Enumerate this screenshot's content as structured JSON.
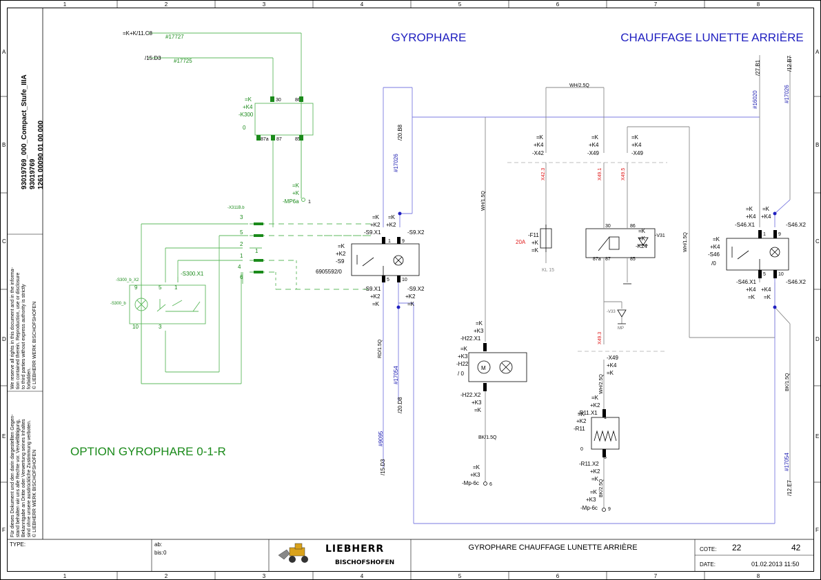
{
  "frame": {
    "columns": [
      "1",
      "2",
      "3",
      "4",
      "5",
      "6",
      "7",
      "8"
    ],
    "rows": [
      "A",
      "B",
      "C",
      "D",
      "E",
      "F"
    ]
  },
  "sidebar": {
    "doc_line1": "93019769_000_Compact_Stufe_IIIA",
    "doc_line2": "93019769",
    "doc_line3": "1261 00090 01 00 000",
    "copyright_en": [
      "We reserve all rights in this document and in the informa-",
      "tion contained therein. Reproduction, use or disclosure",
      "to third parties without express authority is strictly",
      "forbidden.",
      "© LIEBHERR   WERK BISCHOFSHOFEN"
    ],
    "copyright_de": [
      "Für dieses Dokument und den darin dargestellten Gegen-",
      "stand behalten wir uns alle Rechte vor. Vervielfältigung,",
      "Bekanntgabe an Dritte oder Verwertung seines Inhaltes",
      "sind ohne unsere ausdrückliche Zustimmung verboten.",
      "© LIEBHERR   WERK BISCHOFSHOFEN"
    ]
  },
  "titles": {
    "gyrophare": "GYROPHARE",
    "chauffage": "CHAUFFAGE LUNETTE ARRIÈRE",
    "option": "OPTION GYROPHARE 0-1-R"
  },
  "labels": {
    "k_k_11c8": "=K+K/11.C8",
    "ref_17727": "#17727",
    "d15_d3": "/15.D3",
    "ref_17725": "#17725",
    "k300_1": "=K",
    "k300_2": "+K4",
    "k300_3": "-K300",
    "k300_0": "0",
    "pin30": "30",
    "pin86": "86",
    "pin87a": "87a",
    "pin87": "87",
    "pin85": "85",
    "mp6a_1": "=K",
    "mp6a_2": "+K",
    "mp6a_3": "-MP6a",
    "mp6a_pin": "1",
    "x311b": "-X311B.b",
    "sw_p3": "3",
    "sw_p5": "5",
    "sw_p2": "2",
    "sw_p1": "1",
    "sw_p4": "4",
    "sw_p6": "6",
    "sw_c1": "1",
    "s300_b_x2": "-S300_b_X2",
    "s300_x1": "-S300.X1",
    "s300_b": "-S300_b",
    "sp9": "9",
    "sp5": "5",
    "sp1": "1",
    "sp10": "10",
    "sp3": "3",
    "ref_17026a": "#17026",
    "b8": "/20.B8",
    "ref_17054a": "#17054",
    "d8": "/20.D8",
    "ref_9095": "#9095",
    "d15_d3b": "/15.D3",
    "rd15": "RD/1.5Q",
    "s9_top1": "=K",
    "s9_top2": "+K2",
    "s9_top3": "-S9.X1",
    "s9_top4": "=K",
    "s9_top5": "+K2",
    "s9_top6": "-S9.X2",
    "s9_1": "=K",
    "s9_2": "+K2",
    "s9_3": "-S9",
    "s9_part": "6905592/0",
    "s9_bot1": "-S9.X1",
    "s9_bot2": "+K2",
    "s9_bot3": "=K",
    "s9_bot4": "-S9.X2",
    "s9_bot5": "+K2",
    "s9_bot6": "=K",
    "p1": "1",
    "p9": "9",
    "p5": "5",
    "p10": "10",
    "wh15": "WH/1.5Q",
    "wh25": "WH/2.5Q",
    "h22_1": "=K",
    "h22_2": "+K3",
    "h22_3": "-H22.X1",
    "h22_4": "=K",
    "h22_5": "+K3",
    "h22_6": "-H22",
    "h22_7": "/ 0",
    "h22_8": "-H22.X2",
    "h22_9": "+K3",
    "h22_10": "=K",
    "bk15": "BK/1.5Q",
    "mp6c_1": "=K",
    "mp6c_2": "+K3",
    "mp6c_3": "-Mp-6c",
    "mp6c_pin": "6",
    "x42_1": "=K",
    "x42_2": "+K4",
    "x42_3": "-X42",
    "x49_1": "=K",
    "x49_2": "+K4",
    "x49_3": "-X49",
    "x49b_1": "=K",
    "x49b_2": "+K4",
    "x49b_3": "-X49",
    "x42_3r": "X42.3",
    "x49_1r": "X49.1",
    "x49_5r": "X49.5",
    "f11_1": "-F11",
    "f11_2": "+K",
    "f11_3": "=K",
    "f11_amp": "20A",
    "kl15": "KL 15",
    "k24_1": "=K",
    "k24_2": "+K",
    "k24_3": "-K24",
    "v31": "-V31",
    "p86": "86",
    "p85": "85",
    "p87a": "87a",
    "p87": "87",
    "p30": "30",
    "v33": "-V33",
    "mp": "MP",
    "x49_3r": "X49.3",
    "x49c_1": "-X49",
    "x49c_2": "+K4",
    "x49c_3": "=K",
    "r11_1": "=K",
    "r11_2": "+K2",
    "r11_3": "-R11.X1",
    "r11_4": "=K",
    "r11_5": "+K2",
    "r11_6": "-R11",
    "r11_0": "0",
    "r11_7": "-R11.X2",
    "r11_8": "+K2",
    "r11_9": "=K",
    "mp6c2_1": "=K",
    "mp6c2_2": "+K3",
    "mp6c2_3": "-Mp-6c",
    "mp6c2_pin": "9",
    "bk25": "BK/2.5Q",
    "wh25b": "WH/2.5Q",
    "wh15b": "WH/1.5Q",
    "ref_16020": "#16020",
    "b1_27": "/27.B1",
    "ref_17026b": "#17026",
    "b7_12": "/12.B7",
    "ref_17054b": "#17054",
    "e7_12": "/12.E7",
    "bk15b": "BK/1.5Q",
    "s46_t1": "=K",
    "s46_t2": "+K4",
    "s46_t3": "-S46.X1",
    "s46_t4": "=K",
    "s46_t5": "+K4",
    "s46_t6": "-S46.X2",
    "s46_1": "=K",
    "s46_2": "+K4",
    "s46_3": "-S46",
    "s46_4": "/0",
    "s46_b1": "-S46.X1",
    "s46_b2": "+K4",
    "s46_b3": "=K",
    "s46_b4": "-S46.X2",
    "s46_b5": "+K4",
    "s46_b6": "=K"
  },
  "title_block": {
    "type_label": "TYPE:",
    "ab_label": "ab:",
    "bis_label": "bis:",
    "bis_value": "0",
    "brand": "LIEBHERR",
    "plant": "BISCHOFSHOFEN",
    "drawing_title": "GYROPHARE CHAUFFAGE LUNETTE ARRIÈRE",
    "cote_label": "COTE:",
    "cote_value": "22",
    "sheet": "42",
    "date_label": "DATE:",
    "date_value": "01.02.2013  11:50"
  }
}
